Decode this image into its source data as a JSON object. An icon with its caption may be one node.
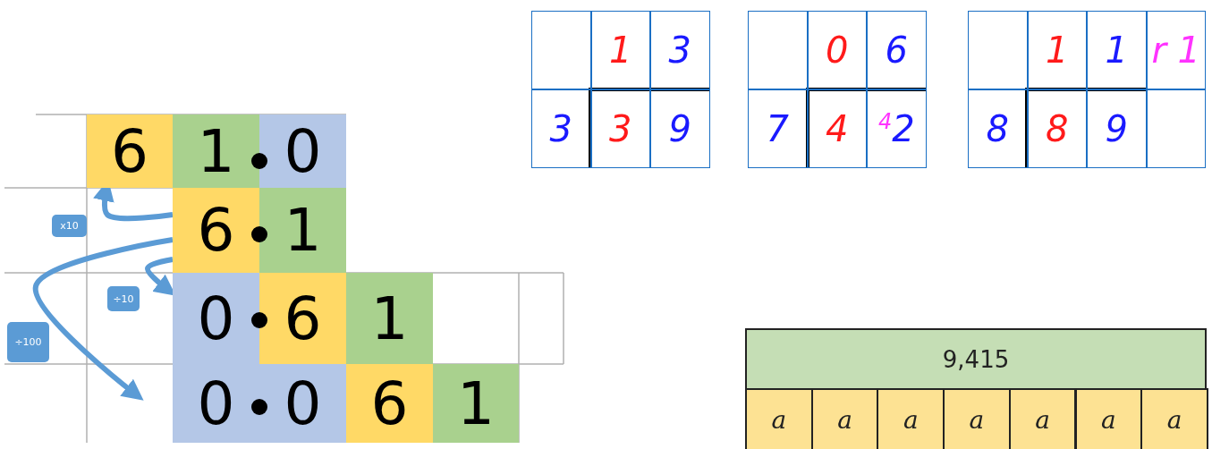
{
  "diagram": {
    "nodes": [
      {
        "text": [],
        "shape": "box"
      },
      {
        "text": [
          "1"
        ]
      },
      {
        "text": [
          "3"
        ]
      },
      {
        "text": [
          "3"
        ]
      },
      {
        "text": [
          "3"
        ]
      },
      {
        "text": [
          "9"
        ]
      },
      {
        "text": [],
        "shape": "box"
      },
      {
        "text": [
          "0"
        ]
      },
      {
        "text": [
          "6"
        ]
      },
      {
        "text": [
          "7"
        ]
      },
      {
        "text": [
          "4"
        ]
      },
      {
        "text": [
          "$^{4}$2"
        ]
      },
      {
        "text": [],
        "shape": "box"
      },
      {
        "text": [
          "1"
        ]
      },
      {
        "text": [
          "1"
        ]
      },
      {
        "text": [
          "r 1"
        ]
      },
      {
        "text": [
          "8"
        ]
      },
      {
        "text": [
          "8"
        ]
      },
      {
        "text": [
          "9"
        ]
      },
      {
        "text": [],
        "shape": "box"
      },
      {
        "text": [
          "6"
        ]
      },
      {
        "text": [
          "1"
        ]
      },
      {
        "text": [
          "0"
        ]
      },
      {
        "text": [
          "6"
        ]
      },
      {
        "text": [
          "1"
        ]
      },
      {
        "text": [
          "0"
        ]
      },
      {
        "text": [
          "6"
        ]
      },
      {
        "text": [
          "1"
        ]
      },
      {
        "text": [
          "0"
        ]
      },
      {
        "text": [
          "0"
        ]
      },
      {
        "text": [
          "6"
        ]
      },
      {
        "text": [
          "1"
        ]
      },
      {
        "text": [
          "9,415"
        ]
      },
      {
        "text": [
          "a"
        ]
      },
      {
        "text": [
          "a"
        ]
      },
      {
        "text": [
          "a"
        ]
      },
      {
        "text": [
          "a"
        ]
      },
      {
        "text": [
          "a"
        ]
      },
      {
        "text": [
          "a"
        ]
      },
      {
        "text": [
          "a"
        ]
      }
    ],
    "edges": [
      {
        "from": 23,
        "to": 20,
        "arrow": "to",
        "label": "x10"
      },
      {
        "from": 23,
        "to": 25,
        "arrow": "to",
        "label": "÷10"
      },
      {
        "from": 23,
        "to": 28,
        "arrow": "to",
        "label": "÷100"
      }
    ]
  }
}
